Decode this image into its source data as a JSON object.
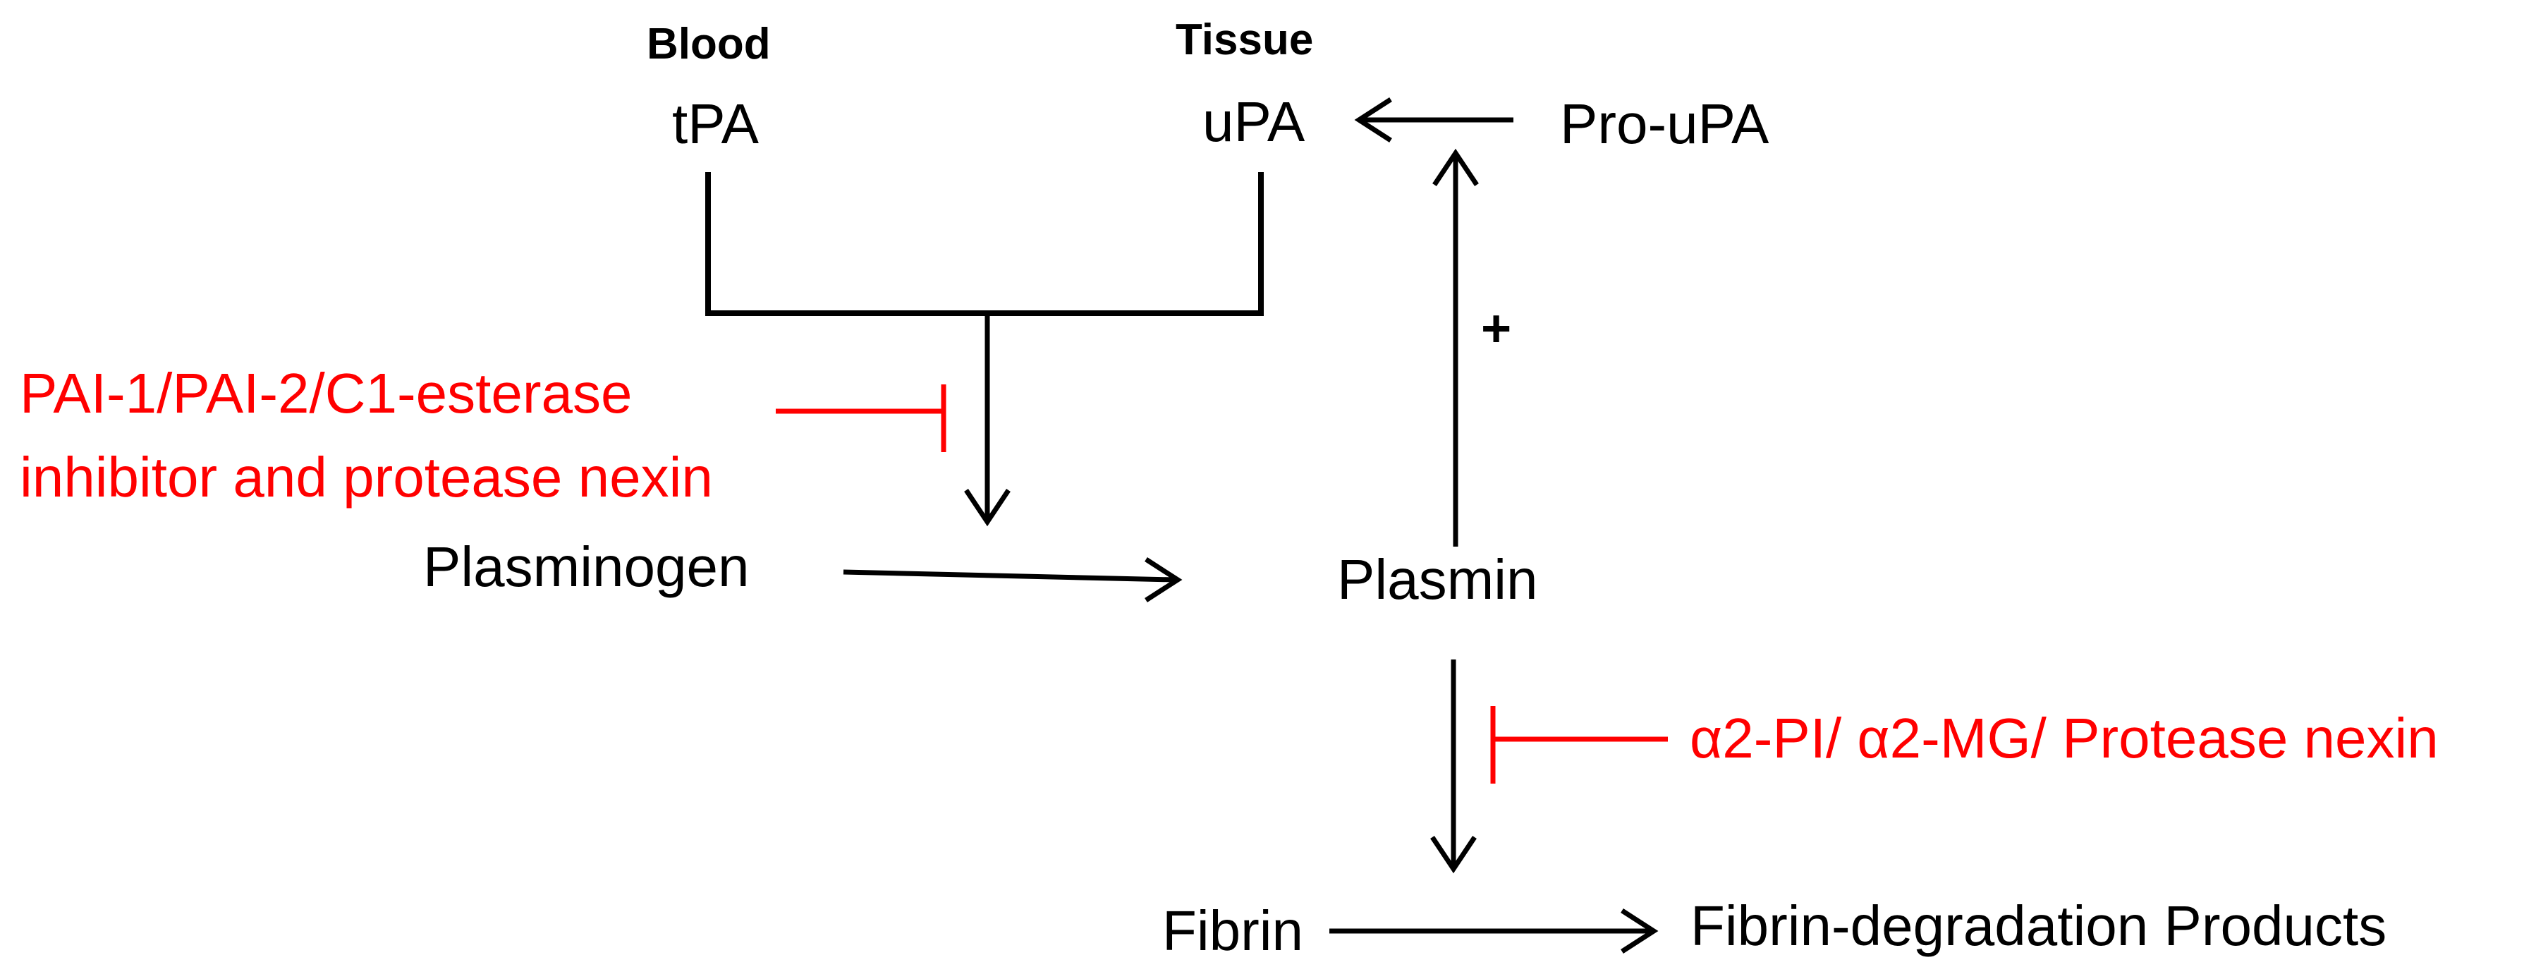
{
  "nodes": {
    "blood_header": "Blood",
    "tissue_header": "Tissue",
    "tpa": "tPA",
    "upa": "uPA",
    "pro_upa": "Pro-uPA",
    "plasminogen": "Plasminogen",
    "plasmin": "Plasmin",
    "fibrin": "Fibrin",
    "fibrin_degradation": "Fibrin-degradation Products",
    "feedback_sign": "+"
  },
  "inhibitors": {
    "activator_inhibitors_line1": "PAI-1/PAI-2/C1-esterase",
    "activator_inhibitors_line2": "inhibitor and protease nexin",
    "plasmin_inhibitors": "α2-PI/ α2-MG/ Protease nexin"
  },
  "colors": {
    "text": "#000000",
    "arrow": "#000000",
    "inhibitor": "#ff0000",
    "background": "#ffffff"
  }
}
